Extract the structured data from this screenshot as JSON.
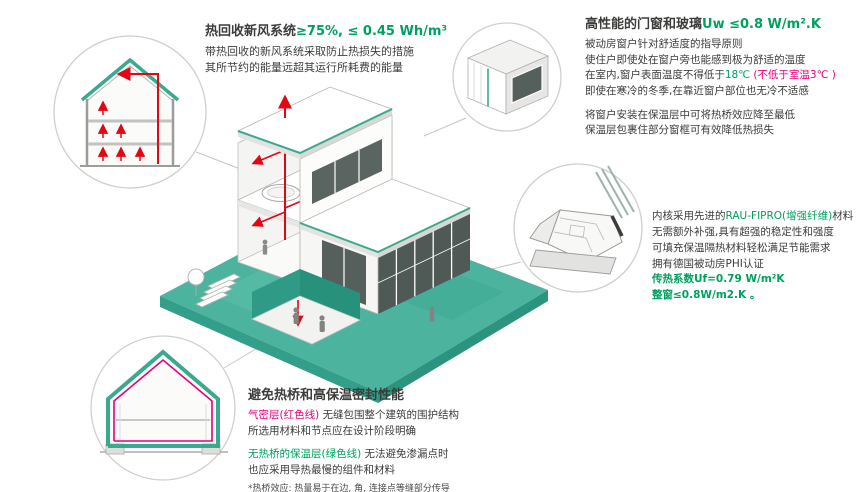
{
  "colors": {
    "teal": "#3aaa8f",
    "teal_ground": "#4cb49e",
    "teal_dark": "#2f9b86",
    "green_text": "#00a05f",
    "red_arrow": "#e30613",
    "magenta": "#e6007e",
    "text_dark": "#3c3c3b",
    "line_gray": "#b5b5b3",
    "glass": "#4f5955"
  },
  "callouts": {
    "top_left": "ventilation-house-section",
    "top_right": "window-corner-detail",
    "right": "window-frame-profile",
    "bottom_left": "insulation-airtight-section"
  },
  "annotations": {
    "heat_recovery": {
      "title_black": "热回收新风系统",
      "title_green": "≥75%, ≤ 0.45 Wh/m³",
      "line1": "带热回收的新风系统采取防止热损失的措施",
      "line2": "其所节约的能量远超其运行所耗费的能量"
    },
    "windows": {
      "title_black": "高性能的门窗和玻璃",
      "title_green": "Uw ≤0.8 W/m².K",
      "line1": "被动房窗户针对舒适度的指导原则",
      "line2": "使住户即使处在窗户旁也能感到极为舒适的温度",
      "line3_pre": "在室内,窗户表面温度不得低于",
      "line3_green": "18℃",
      "line3_red": " (不低于室温3℃ )",
      "line4": "即使在寒冷的冬季,在靠近窗户部位也无冷不适感",
      "line5": "将窗户安装在保温层中可将热桥效应降至最低",
      "line6": "保温层包裹住部分窗框可有效降低热损失"
    },
    "profile": {
      "line1_pre": "内核采用先进的",
      "line1_green": "RAU-FIPRO(增强纤维)",
      "line1_post": "材料",
      "line2": "无需额外补强,具有超强的稳定性和强度",
      "line3": "可填充保温隔热材料轻松满足节能需求",
      "line4": "拥有德国被动房PHI认证",
      "line5_green": "传热系数Uf=0.79 W/m²K",
      "line6_green": "整窗≤0.8W/m2.K 。"
    },
    "thermal": {
      "title": "避免热桥和高保温密封性能",
      "line1_red": "气密层(红色线)",
      "line1_rest": " 无缝包围整个建筑的围护结构",
      "line2": "所选用材料和节点应在设计阶段明确",
      "line3_green": "无热桥的保温层(绿色线)",
      "line3_rest": " 无法避免渗漏点时",
      "line4": "也应采用导热最慢的组件和材料",
      "note": "*热桥效应: 热量易于在边, 角, 连接点等缝部分传导"
    }
  }
}
